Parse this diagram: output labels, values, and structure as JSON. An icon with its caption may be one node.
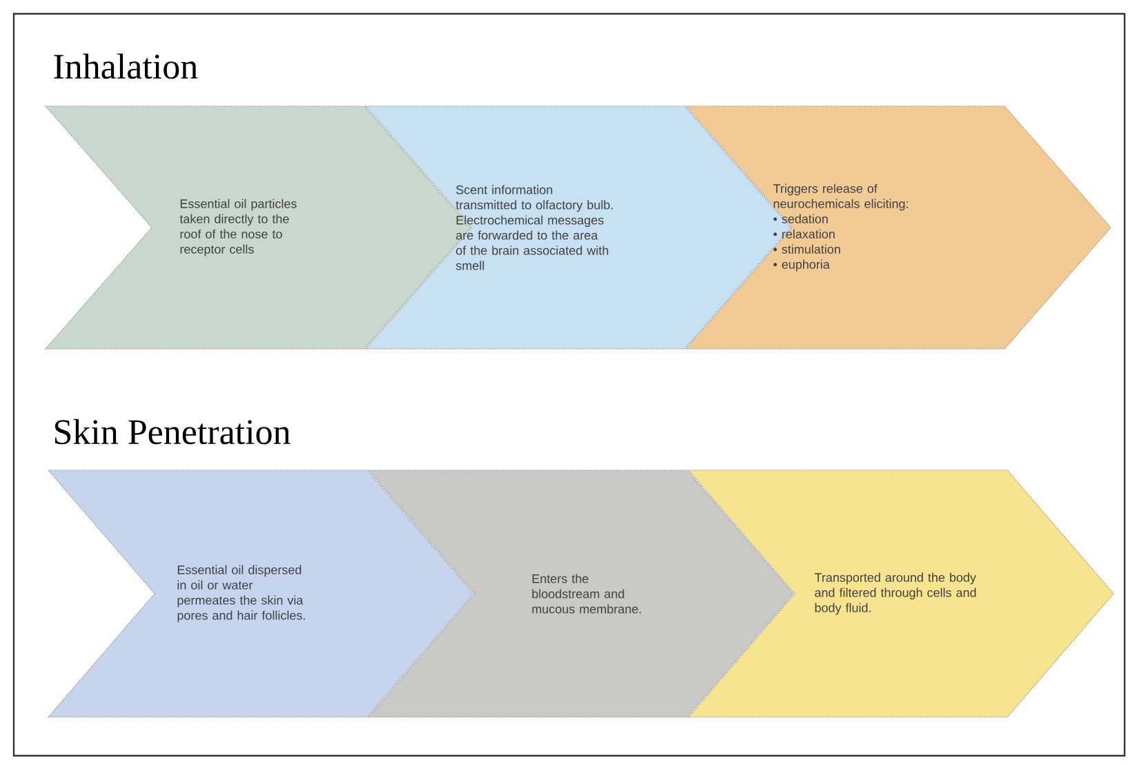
{
  "diagram": {
    "nodes": [
      {
        "text": [
          "Essential oil particles taken directly to the roof of the nose to receptor cells"
        ]
      },
      {
        "text": [
          "Scent information transmitted to olfactory bulb. Electrochemical messages are forwarded to the area of the brain associated with smell"
        ]
      },
      {
        "text": [
          "Triggers release of neurochemicals eliciting:",
          "• sedation",
          "• relaxation",
          "• stimulation",
          "• euphoria"
        ]
      },
      {
        "text": [
          "Essential oil dispersed in oil or water permeates the skin via pores and hair follicles."
        ]
      },
      {
        "text": [
          "Enters the bloodstream and mucous membrane."
        ]
      },
      {
        "text": [
          "Transported around the body and filtered through cells and body fluid."
        ]
      }
    ],
    "labels": [
      "Inhalation",
      "Skin Penetration"
    ]
  }
}
